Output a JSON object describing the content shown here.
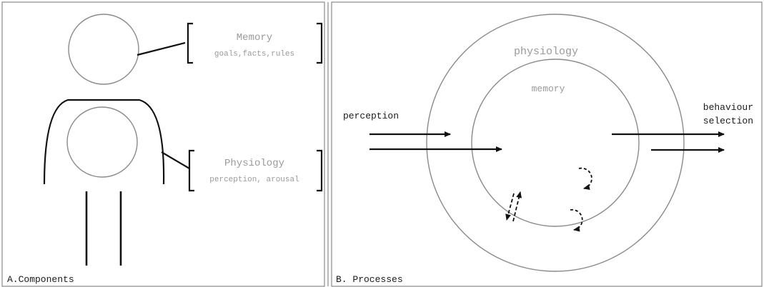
{
  "panels": [
    {
      "caption": "A.Components"
    },
    {
      "caption": "B. Processes"
    }
  ],
  "components": {
    "memory_title": "Memory",
    "memory_subtitle": "goals,facts,rules",
    "physiology_title": "Physiology",
    "physiology_subtitle": "perception, arousal"
  },
  "processes": {
    "outer_ring_label": "physiology",
    "inner_ring_label": "memory",
    "input_label": "perception",
    "output_label_line1": "behaviour",
    "output_label_line2": "selection"
  },
  "colors": {
    "line": "#111111",
    "thin_line": "#9a9a9a",
    "grey_text": "#9a9a9a",
    "dark_text": "#1a1a1a",
    "background": "#ffffff"
  }
}
